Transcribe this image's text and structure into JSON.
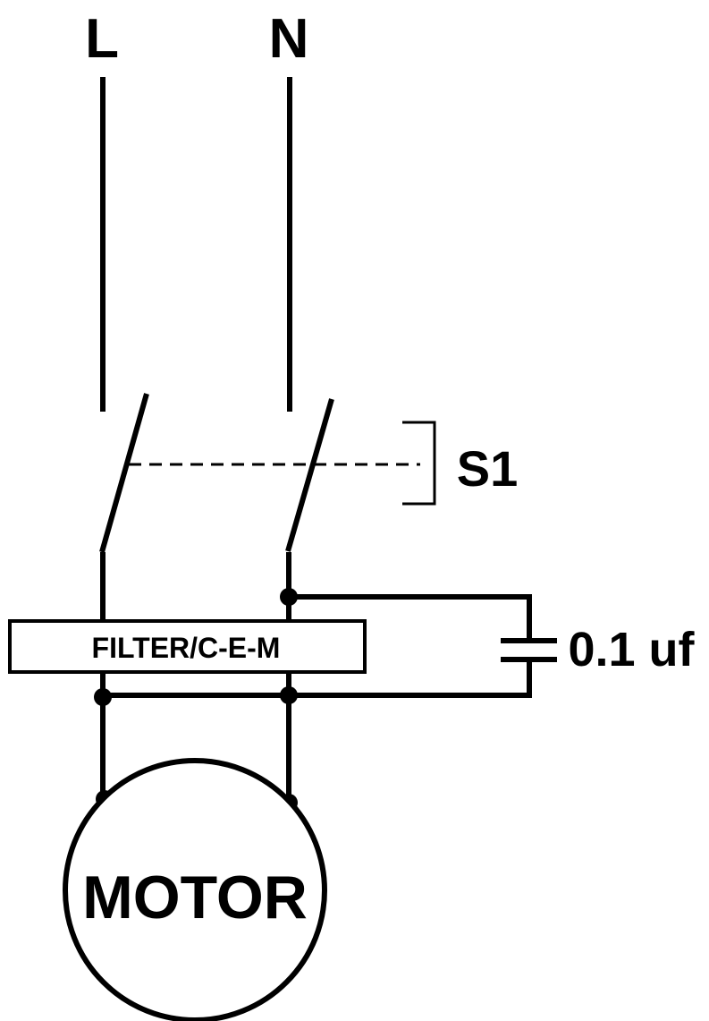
{
  "diagram": {
    "terminals": {
      "line": "L",
      "neutral": "N"
    },
    "switch": {
      "label": "S1"
    },
    "filter": {
      "label": "FILTER/C-E-M"
    },
    "capacitor": {
      "label": "0.1 uf"
    },
    "motor": {
      "label": "MOTOR"
    }
  }
}
